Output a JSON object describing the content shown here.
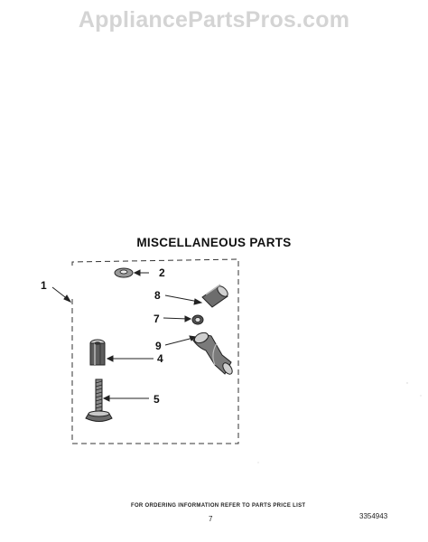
{
  "watermark": "AppliancePartsPros.com",
  "title": "MISCELLANEOUS PARTS",
  "callouts": [
    "1",
    "2",
    "8",
    "7",
    "9",
    "4",
    "5"
  ],
  "footer": {
    "note": "FOR ORDERING INFORMATION REFER TO PARTS PRICE LIST",
    "page_number": "7",
    "document_number": "3354943"
  },
  "colors": {
    "ink": "#222222",
    "watermark": "#d4d4d4"
  }
}
